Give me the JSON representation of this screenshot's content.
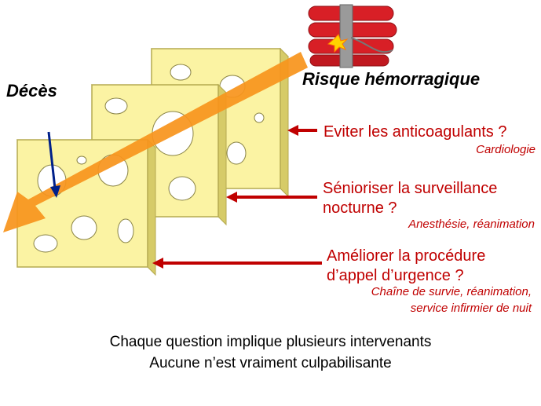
{
  "labels": {
    "death": "Décès",
    "risk": "Risque hémorragique"
  },
  "questions": [
    {
      "line1": "Eviter les anticoagulants ?",
      "line2": "",
      "actors": [
        "Cardiologie"
      ]
    },
    {
      "line1": "Sénioriser la surveillance",
      "line2": "nocturne ?",
      "actors": [
        "Anesthésie, réanimation"
      ]
    },
    {
      "line1": "Améliorer la procédure",
      "line2": "d’appel d’urgence ?",
      "actors": [
        "Chaîne de survie, réanimation,",
        "service infirmier de nuit"
      ]
    }
  ],
  "footer": {
    "line1": "Chaque question implique plusieurs intervenants",
    "line2": "Aucune n’est vraiment culpabilisante"
  },
  "colors": {
    "cheese_face": "#fbf3a3",
    "cheese_edge": "#c9bf5e",
    "arrow": "#f7941d",
    "pointer": "#c00000",
    "death_arrow": "#00208a",
    "dynamite": "#d81f26",
    "tape": "#9a9a9a"
  },
  "icons": [
    "dynamite-icon",
    "swiss-cheese-slice-icon"
  ]
}
